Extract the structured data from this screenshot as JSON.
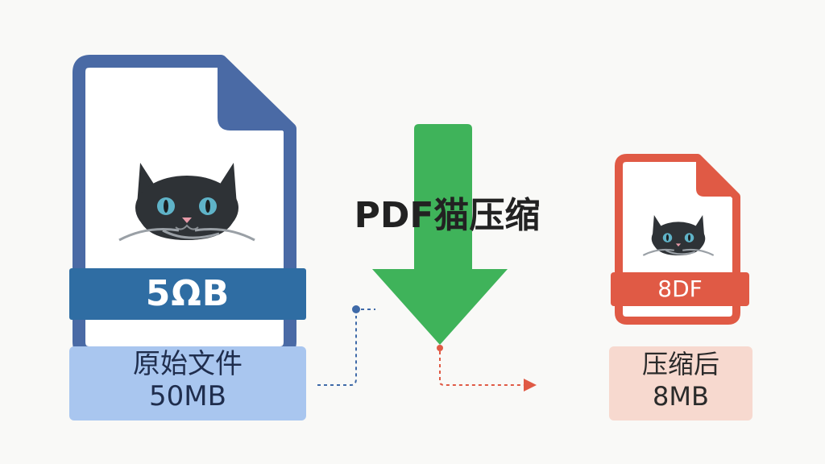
{
  "title": "PDF猫压缩",
  "original": {
    "band_label": "5ΩB",
    "caption_line1": "原始文件",
    "caption_line2": "50MB"
  },
  "compressed": {
    "band_label": "8DF",
    "caption_line1": "压缩后",
    "caption_line2": "8MB"
  },
  "icons": {
    "cat": "cat-face-icon",
    "arrow": "down-arrow-icon",
    "file": "document-icon"
  },
  "colors": {
    "original_file": "#4a6aa5",
    "original_band": "#2f6da3",
    "original_caption_bg": "#a9c6ef",
    "arrow": "#3fb35a",
    "compressed_file": "#e05a45",
    "compressed_caption_bg": "#f7d9cf",
    "cat": "#2e3236",
    "cat_eye": "#5fb3c8"
  }
}
